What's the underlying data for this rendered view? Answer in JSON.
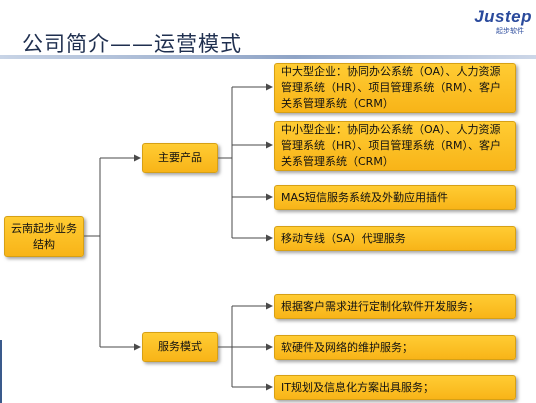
{
  "slide": {
    "title": "公司简介——运营模式",
    "logo_main": "Justep",
    "logo_sub": "起步软件"
  },
  "root": {
    "label": "云南起步业务结构"
  },
  "branches": [
    {
      "label": "主要产品",
      "items": [
        "中大型企业：协同办公系统（OA）、人力资源管理系统（HR）、项目管理系统（RM）、客户关系管理系统（CRM）",
        "中小型企业：协同办公系统（OA）、人力资源管理系统（HR）、项目管理系统（RM）、客户关系管理系统（CRM）",
        "MAS短信服务系统及外勤应用插件",
        "移动专线（SA）代理服务"
      ]
    },
    {
      "label": "服务模式",
      "items": [
        "根据客户需求进行定制化软件开发服务；",
        "软硬件及网络的维护服务；",
        "IT规划及信息化方案出具服务；"
      ]
    }
  ],
  "colors": {
    "box_fill": "#f9bd1f",
    "connector": "#4a4a4a",
    "title_text": "#1f2f4f",
    "logo": "#2a4a9c"
  }
}
